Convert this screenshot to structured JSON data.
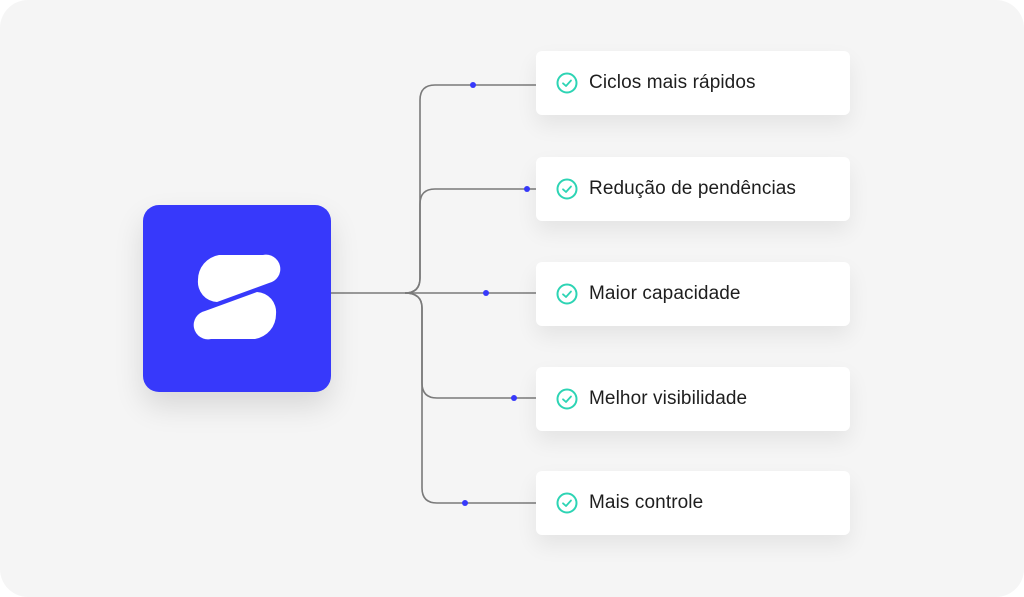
{
  "colors": {
    "brand": "#3739fb",
    "check": "#2dd4b4",
    "line": "#7a7a7a",
    "dot": "#3739fb"
  },
  "logo": {
    "icon": "brand-s-logo-icon"
  },
  "benefits": [
    {
      "label": "Ciclos mais rápidos",
      "icon": "check-circle-icon"
    },
    {
      "label": "Redução de pendências",
      "icon": "check-circle-icon"
    },
    {
      "label": "Maior capacidade",
      "icon": "check-circle-icon"
    },
    {
      "label": "Melhor visibilidade",
      "icon": "check-circle-icon"
    },
    {
      "label": "Mais controle",
      "icon": "check-circle-icon"
    }
  ]
}
